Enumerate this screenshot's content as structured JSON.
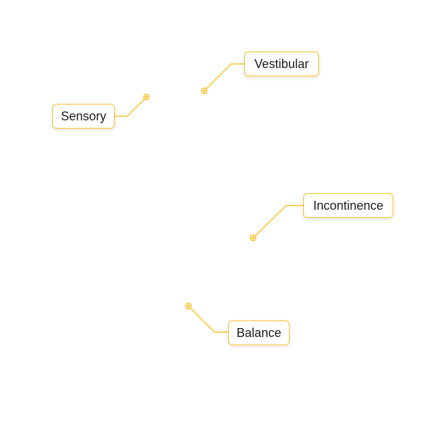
{
  "accent_color": "#fbbf24",
  "labels": [
    {
      "id": "vestibular",
      "text": "Vestibular"
    },
    {
      "id": "sensory",
      "text": "Sensory"
    },
    {
      "id": "incontinence",
      "text": "Incontinence"
    },
    {
      "id": "balance",
      "text": "Balance"
    }
  ]
}
